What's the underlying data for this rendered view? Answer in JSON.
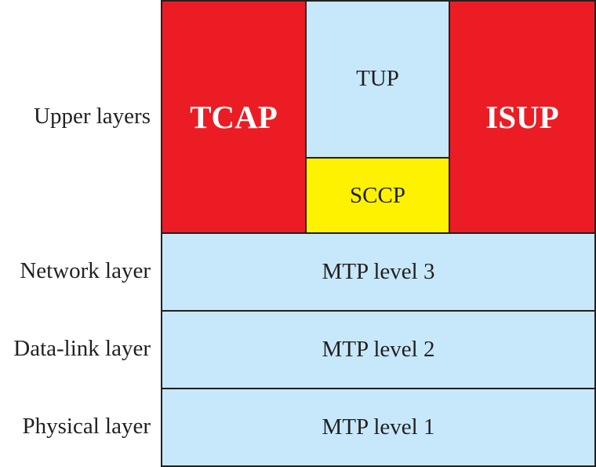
{
  "layer_labels": {
    "upper": "Upper layers",
    "network": "Network layer",
    "datalink": "Data-link layer",
    "physical": "Physical layer"
  },
  "blocks": {
    "tcap": "TCAP",
    "tup": "TUP",
    "sccp": "SCCP",
    "isup": "ISUP",
    "mtp3": "MTP level 3",
    "mtp2": "MTP level 2",
    "mtp1": "MTP level 1"
  },
  "colors": {
    "red": "#ec1c24",
    "light_blue": "#c6e8fa",
    "yellow": "#fff200",
    "border": "#231f20"
  }
}
